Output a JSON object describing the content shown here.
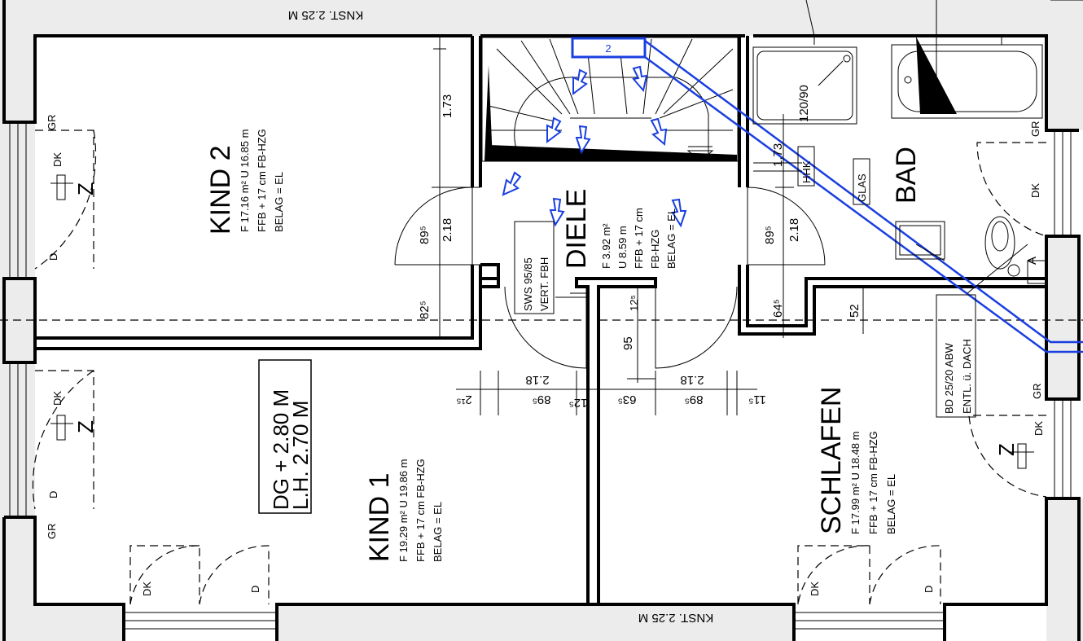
{
  "plan": {
    "top_note": "KNST. 2.25 M",
    "bottom_note": "KNST. 2.25 M",
    "level_box": {
      "line1": "DG + 2.80 M",
      "line2": "L.H. 2.70 M"
    },
    "stair_number": "2"
  },
  "rooms": {
    "kind2": {
      "name": "KIND 2",
      "area": "F 17.16 m² U 16.85 m",
      "floor": "FFB + 17 cm FB-HZG",
      "covering": "BELAG = EL"
    },
    "kind1": {
      "name": "KIND 1",
      "area": "F 19.29 m² U 19.86 m",
      "floor": "FFB + 17 cm FB-HZG",
      "covering": "BELAG = EL"
    },
    "diele": {
      "name": "DIELE",
      "area": "F 3.92 m²",
      "perimeter": "U 8.59 m",
      "floor": "FFB + 17 cm",
      "heating": "FB-HZG",
      "covering": "BELAG = EL",
      "note1": "SWS 95/85",
      "note2": "VERT. FBH"
    },
    "bad": {
      "name": "BAD",
      "shower": "120/90",
      "hhk": "HHK",
      "glas": "GLAS",
      "a": "A"
    },
    "schlafen": {
      "name": "SCHLAFEN",
      "area": "F 17.99 m² U 18.48 m",
      "floor": "FFB + 17 cm FB-HZG",
      "covering": "BELAG = EL",
      "note1": "BD 25/20 ABW",
      "note2": "ENTL. ü. DACH"
    }
  },
  "windows": {
    "gr": "GR",
    "dk": "DK",
    "d": "D",
    "z": "Z"
  },
  "dimensions": {
    "k2_173": "1.73",
    "k2_895": "89⁵",
    "k2_218": "2.18",
    "k2_825": "82⁵",
    "bad_173": "1.73",
    "bad_895": "89⁵",
    "bad_218": "2.18",
    "bad_645": "64⁵",
    "d52": "52",
    "d125v": "12⁵",
    "d95": "95",
    "h_218a": "2.18",
    "h_218b": "2.18",
    "h_895a": "89⁵",
    "h_895b": "89⁵",
    "h_215": "2¹⁵",
    "h_125": "12⁵",
    "h_635": "63⁵",
    "h_115": "11⁵"
  }
}
